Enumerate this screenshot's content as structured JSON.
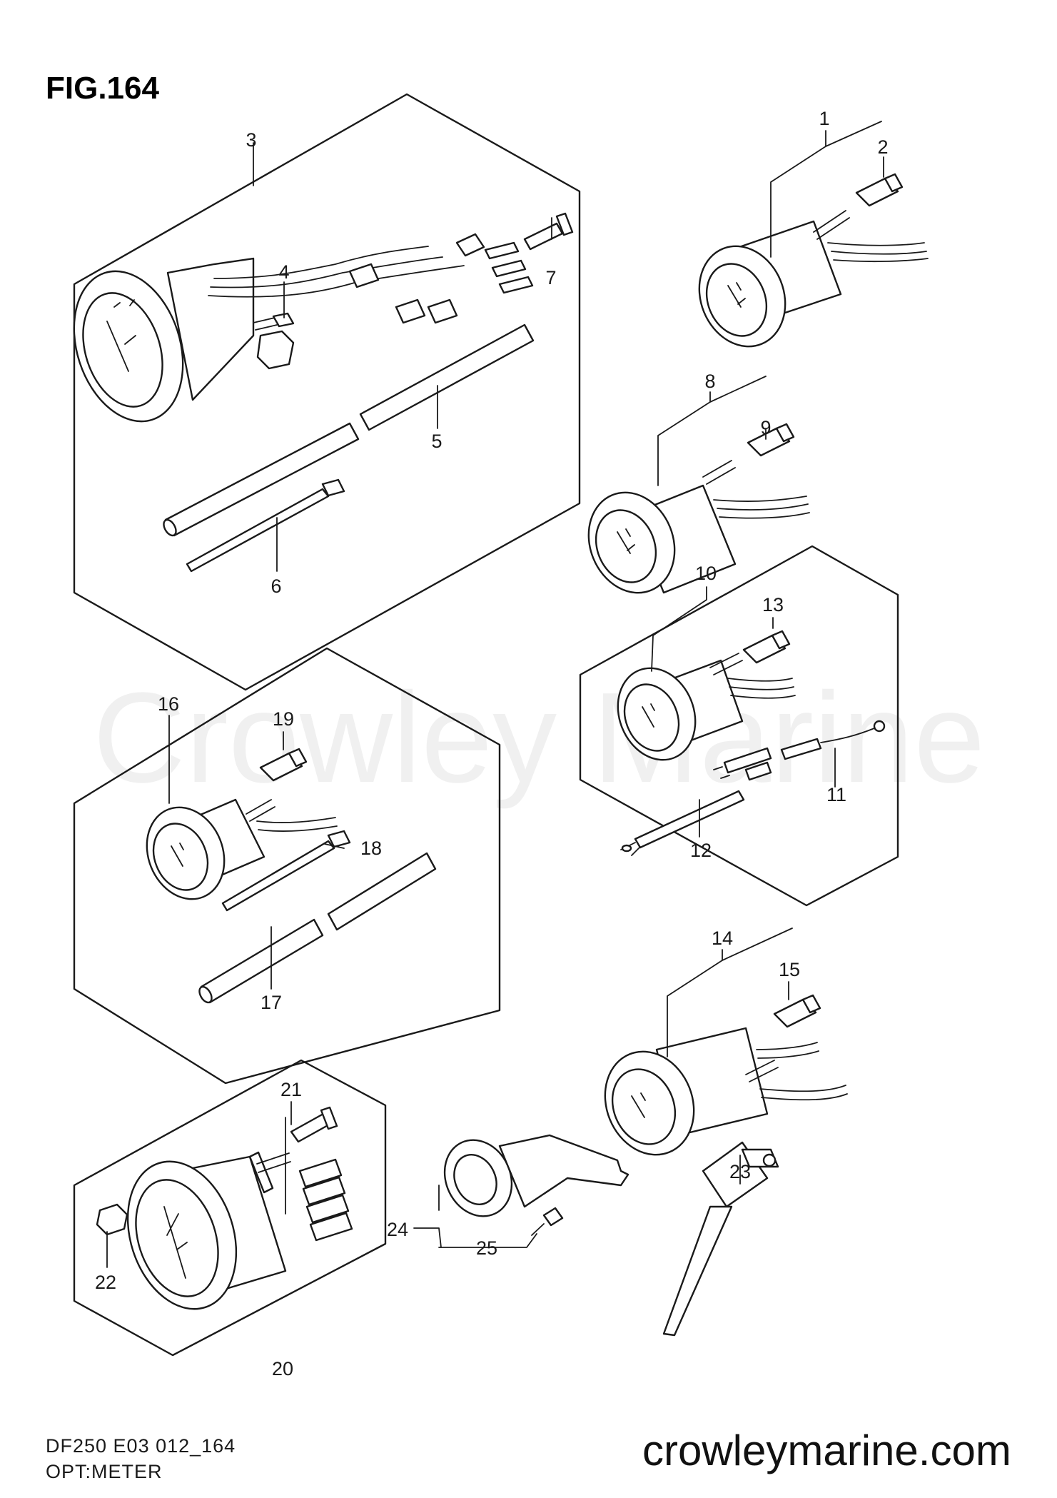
{
  "figure": {
    "title": "FIG.164"
  },
  "callouts": [
    "1",
    "2",
    "3",
    "4",
    "5",
    "6",
    "7",
    "8",
    "9",
    "10",
    "11",
    "12",
    "13",
    "14",
    "15",
    "16",
    "17",
    "18",
    "19",
    "20",
    "21",
    "22",
    "23",
    "24",
    "25"
  ],
  "watermark": "Crowley Marine",
  "footer": {
    "model_code": "DF250 E03 012_164",
    "section": "OPT:METER",
    "website": "crowleymarine.com"
  }
}
